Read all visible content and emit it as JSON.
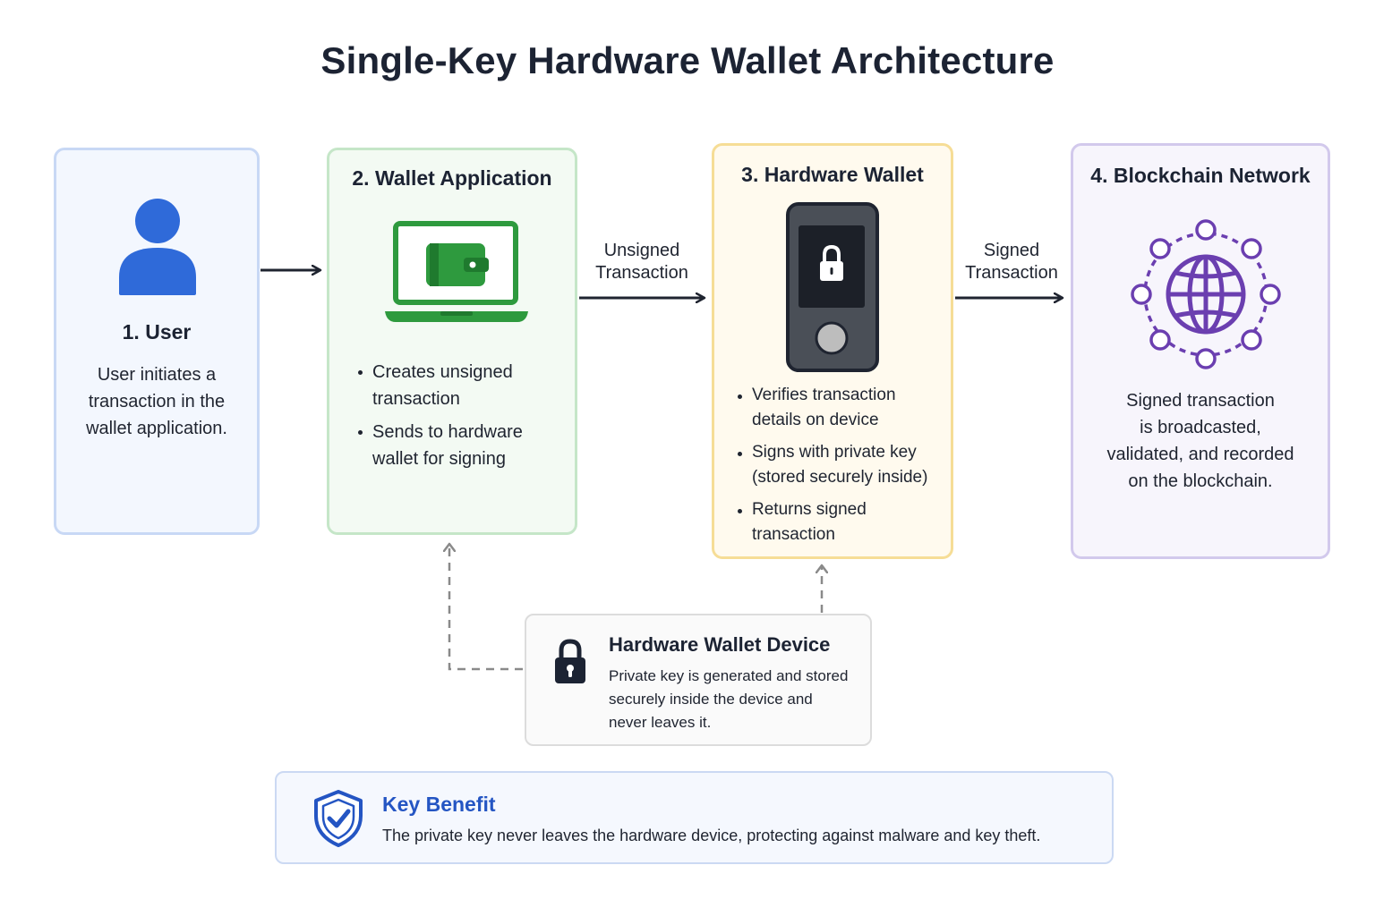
{
  "title": "Single-Key Hardware Wallet Architecture",
  "colors": {
    "user_accent": "#2f6ad9",
    "wallet_accent": "#2e9a3e",
    "hardware_accent": "#f6dd96",
    "network_accent": "#6b3fb0",
    "benefit_accent": "#2455c3"
  },
  "steps": {
    "user": {
      "title": "1. User",
      "icon": "user-icon",
      "desc_lines": [
        "User initiates a",
        "transaction in the",
        "wallet application."
      ]
    },
    "wallet_app": {
      "title": "2. Wallet Application",
      "icon": "laptop-wallet-icon",
      "bullets": [
        [
          "Creates unsigned",
          "transaction"
        ],
        [
          "Sends to hardware",
          "wallet for signing"
        ]
      ]
    },
    "hardware_wallet": {
      "title": "3. Hardware Wallet",
      "icon": "hardware-device-icon",
      "bullets": [
        [
          "Verifies transaction",
          "details on device"
        ],
        [
          "Signs with private key",
          "(stored securely inside)"
        ],
        [
          "Returns signed",
          "transaction"
        ]
      ]
    },
    "network": {
      "title": "4. Blockchain Network",
      "icon": "globe-network-icon",
      "desc_lines": [
        "Signed transaction",
        "is broadcasted,",
        "validated, and recorded",
        "on the blockchain."
      ]
    }
  },
  "arrows": {
    "unsigned": [
      "Unsigned",
      "Transaction"
    ],
    "signed": [
      "Signed",
      "Transaction"
    ]
  },
  "device_note": {
    "title": "Hardware Wallet Device",
    "icon": "padlock-icon",
    "desc_lines": [
      "Private key is generated and stored",
      "securely inside the device and",
      "never leaves it."
    ]
  },
  "key_benefit": {
    "title": "Key Benefit",
    "icon": "shield-check-icon",
    "text": "The private key never leaves the hardware device, protecting against malware and key theft."
  }
}
